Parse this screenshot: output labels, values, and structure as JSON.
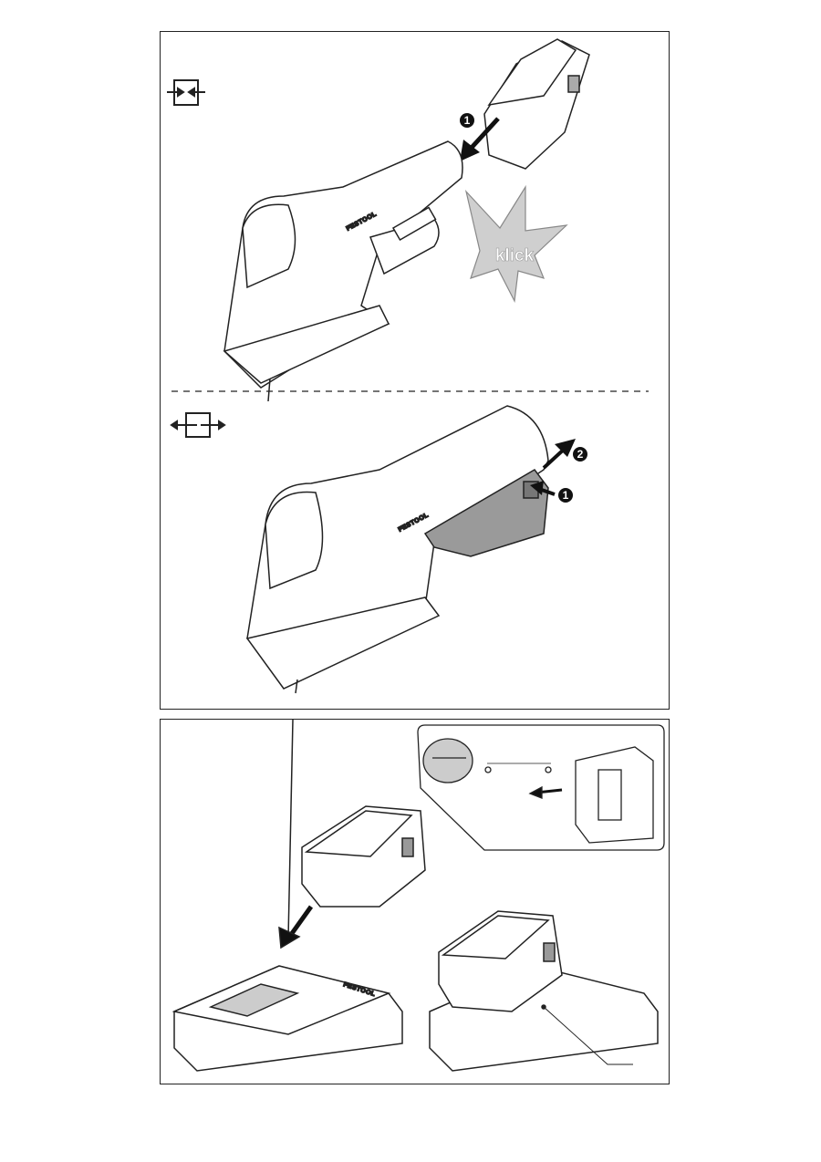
{
  "figure1": {
    "insert_icon": "insert-arrows-icon",
    "remove_icon": "remove-arrows-icon",
    "insert_step": "1",
    "klick_text": "klick",
    "brand": "FESTOOL",
    "remove_steps": [
      "1",
      "2"
    ]
  },
  "figure2": {
    "brand": "FESTOOL"
  },
  "colors": {
    "line": "#222222",
    "gray_fill": "#cfcfcf",
    "battery_dark": "#9a9a9a"
  }
}
